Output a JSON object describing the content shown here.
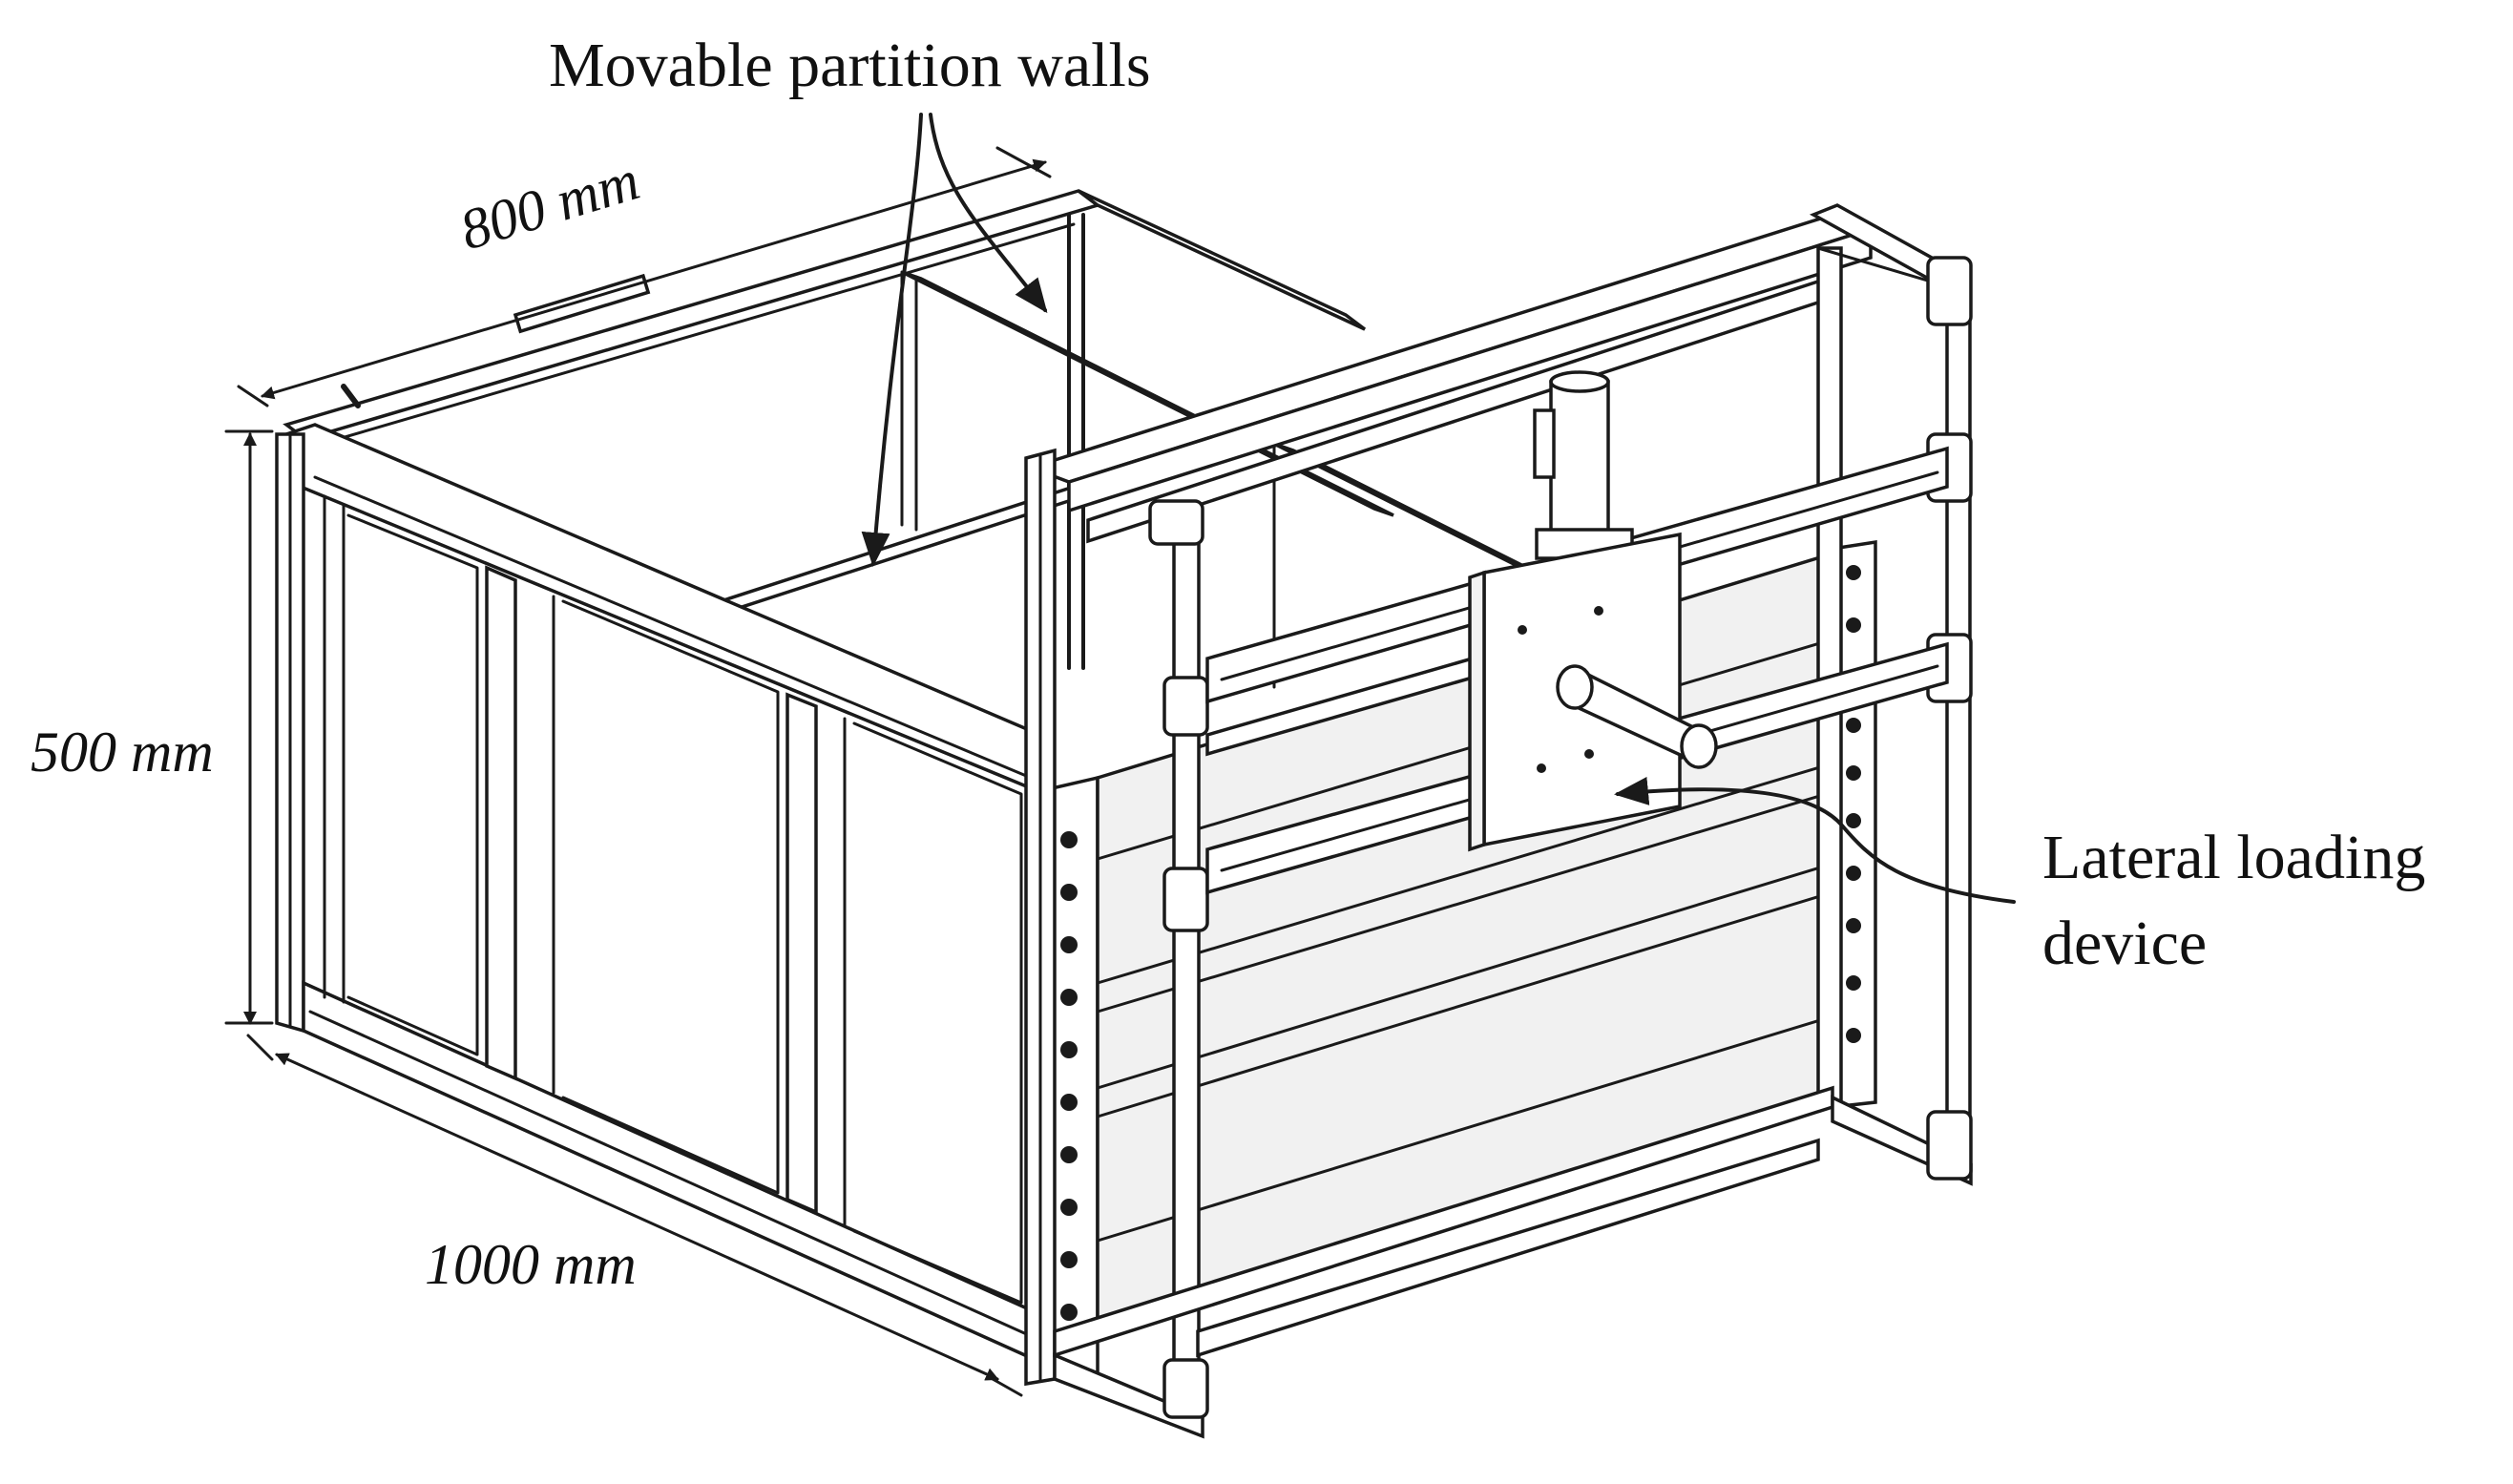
{
  "labels": {
    "partition_walls": "Movable partition walls",
    "loading_device_line1": "Lateral loading",
    "loading_device_line2": "device"
  },
  "dimensions": {
    "length": "800 mm",
    "height": "500 mm",
    "width": "1000 mm"
  },
  "colors": {
    "line": "#1a1a1a",
    "background": "#ffffff"
  }
}
